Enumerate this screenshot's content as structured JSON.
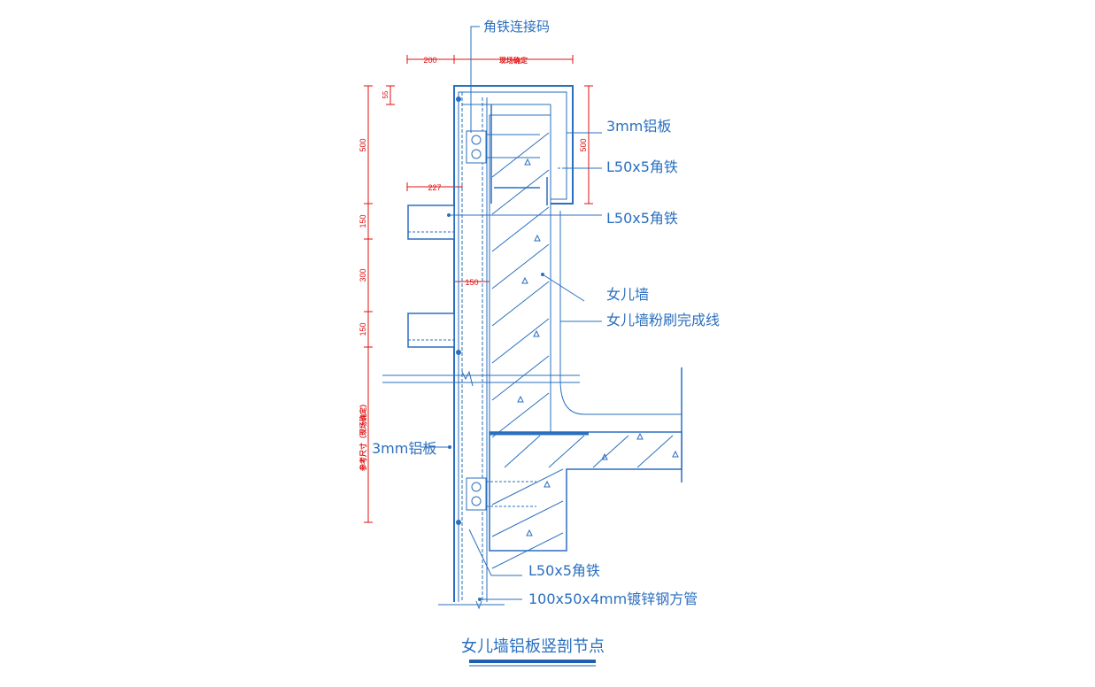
{
  "drawing": {
    "title": "女儿墙铝板竖剖节点",
    "colors": {
      "line": "#2a6fbf",
      "dimension": "#e01010",
      "title_bar": "#1f5fae"
    }
  },
  "labels": {
    "angle_connector": "角铁连接码",
    "panel_top": "3mm铝板",
    "angle_1": "L50x5角铁",
    "angle_2": "L50x5角铁",
    "parapet": "女儿墙",
    "plaster_line": "女儿墙粉刷完成线",
    "panel_bottom": "3mm铝板",
    "angle_3": "L50x5角铁",
    "steel_tube": "100x50x4mm镀锌钢方管"
  },
  "dimensions": {
    "top_left": "200",
    "top_right": "现场确定",
    "v_55": "55",
    "v_500": "500",
    "v_150_a": "150",
    "v_300": "300",
    "v_150_b": "150",
    "v_site": "参考尺寸（现场确定）",
    "h_227": "227",
    "h_150": "150",
    "cap_500": "500"
  }
}
